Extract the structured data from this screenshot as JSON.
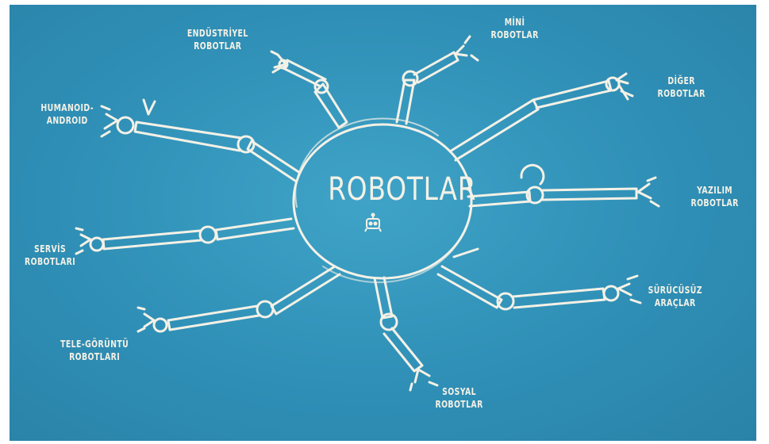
{
  "diagram": {
    "center": {
      "title": "ROBOTLAR",
      "icon": "robot-icon"
    },
    "nodes": [
      {
        "id": "endustriyel",
        "lines": [
          "ENDÜSTRİYEL",
          "ROBOTLAR"
        ]
      },
      {
        "id": "mini",
        "lines": [
          "MİNİ",
          "ROBOTLAR"
        ]
      },
      {
        "id": "diger",
        "lines": [
          "DİĞER",
          "ROBOTLAR"
        ]
      },
      {
        "id": "humanoid",
        "lines": [
          "HUMANOID-",
          "ANDROID"
        ]
      },
      {
        "id": "yazilim",
        "lines": [
          "YAZILIM",
          "ROBOTLAR"
        ]
      },
      {
        "id": "servis",
        "lines": [
          "SERVİS",
          "ROBOTLARI"
        ]
      },
      {
        "id": "surucusuz",
        "lines": [
          "SÜRÜCÜSÜZ",
          "ARAÇLAR"
        ]
      },
      {
        "id": "tele",
        "lines": [
          "TELE-GÖRÜNTÜ",
          "ROBOTLARI"
        ]
      },
      {
        "id": "sosyal",
        "lines": [
          "SOSYAL",
          "ROBOTLAR"
        ]
      }
    ],
    "colors": {
      "background": "#2f8fb6",
      "chalk": "#f4f1e6"
    }
  }
}
